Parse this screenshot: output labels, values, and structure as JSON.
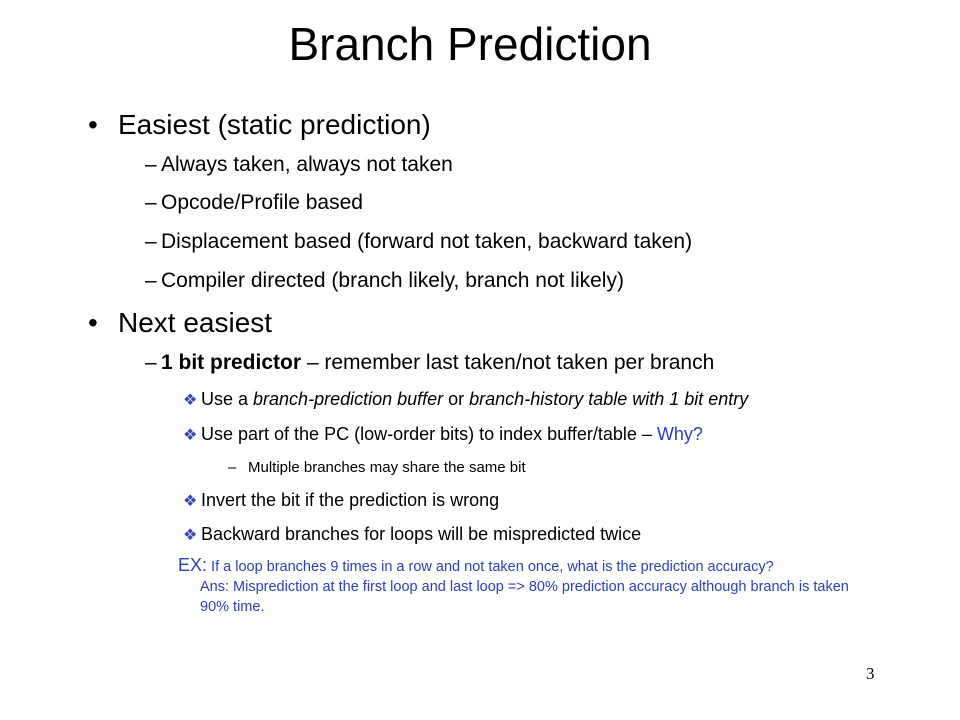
{
  "title": "Branch Prediction",
  "bullet_char": "•",
  "dash_char": "–",
  "diamond_char": "❖",
  "section1": {
    "heading": "Easiest (static prediction)",
    "items": [
      "Always taken, always not taken",
      "Opcode/Profile based",
      "Displacement based (forward not taken, backward taken)",
      "Compiler directed (branch likely, branch not likely)"
    ]
  },
  "section2": {
    "heading": "Next easiest",
    "item1_bold": "1 bit predictor",
    "item1_rest": " – remember last taken/not taken per branch",
    "sub1_a": "Use a ",
    "sub1_b": "branch-prediction buffer",
    "sub1_c": " or ",
    "sub1_d": "branch-history table with 1 bit entry",
    "sub2_a": "Use part of the PC (low-order bits) to index buffer/table – ",
    "sub2_b": "Why?",
    "sub2_child": "Multiple branches may share the same bit",
    "sub3": "Invert the bit if the prediction is wrong",
    "sub4": "Backward branches for loops will be mispredicted twice"
  },
  "example": {
    "label": "EX:",
    "question": " If a loop branches 9 times in a row and not taken once, what is the prediction accuracy?",
    "answer": "Ans: Misprediction at the first loop and last loop => 80% prediction accuracy although branch is taken 90% time."
  },
  "page_number": "3",
  "colors": {
    "accent_blue": "#2d3fbf",
    "diamond": "#3a46b8"
  }
}
